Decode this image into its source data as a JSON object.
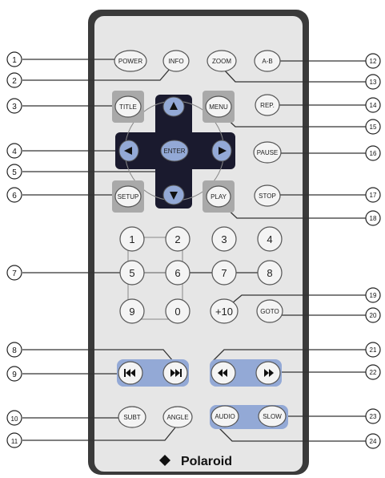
{
  "callouts": {
    "n1": "1",
    "n2": "2",
    "n3": "3",
    "n4": "4",
    "n5": "5",
    "n6": "6",
    "n7": "7",
    "n8": "8",
    "n9": "9",
    "n10": "10",
    "n11": "11",
    "n12": "12",
    "n13": "13",
    "n14": "14",
    "n15": "15",
    "n16": "16",
    "n17": "17",
    "n18": "18",
    "n19": "19",
    "n20": "20",
    "n21": "21",
    "n22": "22",
    "n23": "23",
    "n24": "24"
  },
  "buttons": {
    "power": "POWER",
    "info": "INFO",
    "zoom": "ZOOM",
    "ab": "A-B",
    "title": "TITLE",
    "menu": "MENU",
    "rep": "REP.",
    "enter": "ENTER",
    "pause": "PAUSE",
    "setup": "SETUP",
    "play": "PLAY",
    "stop": "STOP",
    "d1": "1",
    "d2": "2",
    "d3": "3",
    "d4": "4",
    "d5": "5",
    "d6": "6",
    "d7": "7",
    "d8": "8",
    "d9": "9",
    "d0": "0",
    "plus10": "+10",
    "goto": "GOTO",
    "subt": "SUBT",
    "angle": "ANGLE",
    "audio": "AUDIO",
    "slow": "SLOW"
  },
  "brand": "Polaroid",
  "colors": {
    "remote_body": "#e6e6e6",
    "remote_border": "#3a3a3a",
    "dpad": "#1a1a2e",
    "accent_blue": "#93a9d6",
    "square_key": "#a9a9a9"
  },
  "icons": {
    "up": "up-arrow-icon",
    "down": "down-arrow-icon",
    "left": "left-arrow-icon",
    "right": "right-arrow-icon",
    "prev": "skip-previous-icon",
    "next": "skip-next-icon",
    "rewind": "rewind-icon",
    "ffwd": "fast-forward-icon"
  }
}
